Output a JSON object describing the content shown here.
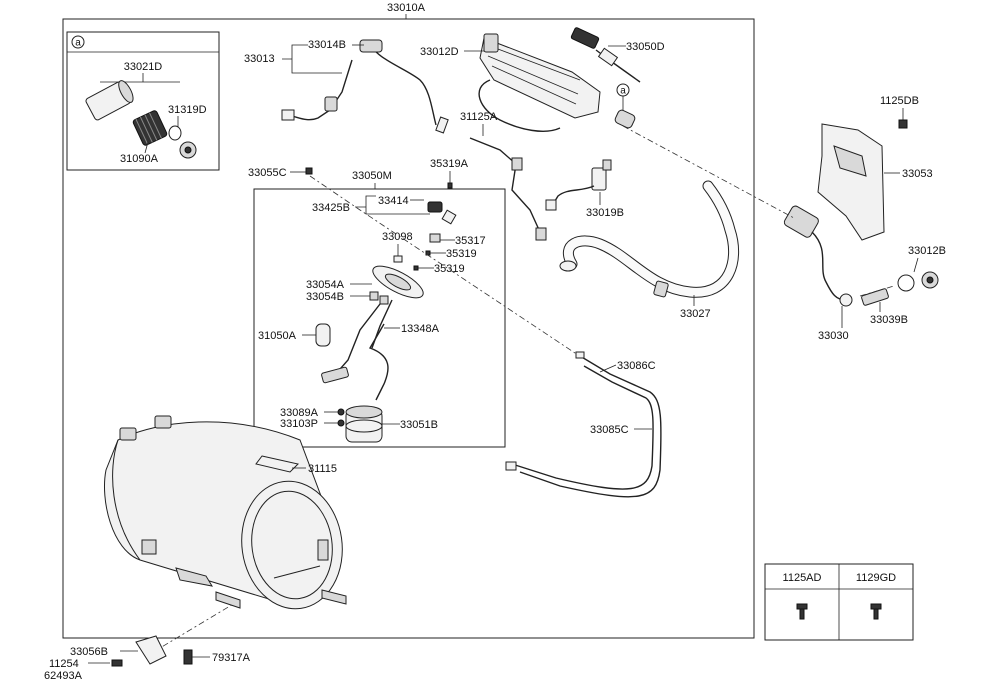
{
  "assembly": {
    "label": "33010A"
  },
  "inset": {
    "marker": "a",
    "title": "33021D",
    "labels": {
      "p313190": "31319D",
      "p31090": "31090A"
    }
  },
  "ref_marker": "a",
  "module": {
    "label": "33050M"
  },
  "labels": {
    "p33013": "33013",
    "p33014": "33014B",
    "p33012d": "33012D",
    "p33050d": "33050D",
    "p1125db": "1125DB",
    "p31125": "31125A",
    "p35319a": "35319A",
    "p33055": "33055C",
    "p33414": "33414",
    "p33425": "33425B",
    "p33098": "33098",
    "p35317": "35317",
    "p35319_1": "35319",
    "p35319_2": "35319",
    "p33054a": "33054A",
    "p33054b": "33054B",
    "p31050": "31050A",
    "p13348": "13348A",
    "p33089": "33089A",
    "p33103": "33103P",
    "p33051": "33051B",
    "p31115": "31115",
    "p33019": "33019B",
    "p33027": "33027",
    "p33053": "33053",
    "p33012b": "33012B",
    "p33030": "33030",
    "p33039": "33039B",
    "p33086": "33086C",
    "p33085": "33085C",
    "p33056": "33056B",
    "p11254": "11254",
    "p62493": "62493A",
    "p79317": "79317A"
  },
  "fastener_table": {
    "col1": "1125AD",
    "col2": "1129GD"
  }
}
